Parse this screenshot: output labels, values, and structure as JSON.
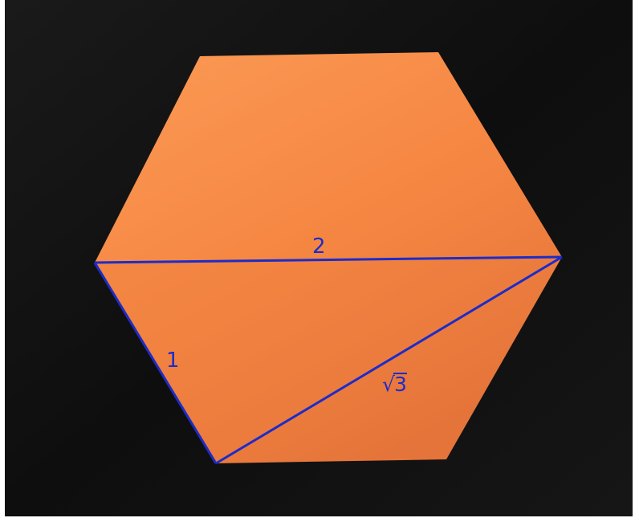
{
  "scene": {
    "background_color": "#121212",
    "paper_color": "#f58642",
    "paper_highlight_color": "#fb9a55",
    "paper_shade_color": "#e5743a",
    "line_color": "#1c2cc9",
    "shape": "origami-hexagon"
  },
  "labels": {
    "long_side": "2",
    "short_side": "1",
    "hypotenuse_radical": "√",
    "hypotenuse_radicand": "3"
  }
}
